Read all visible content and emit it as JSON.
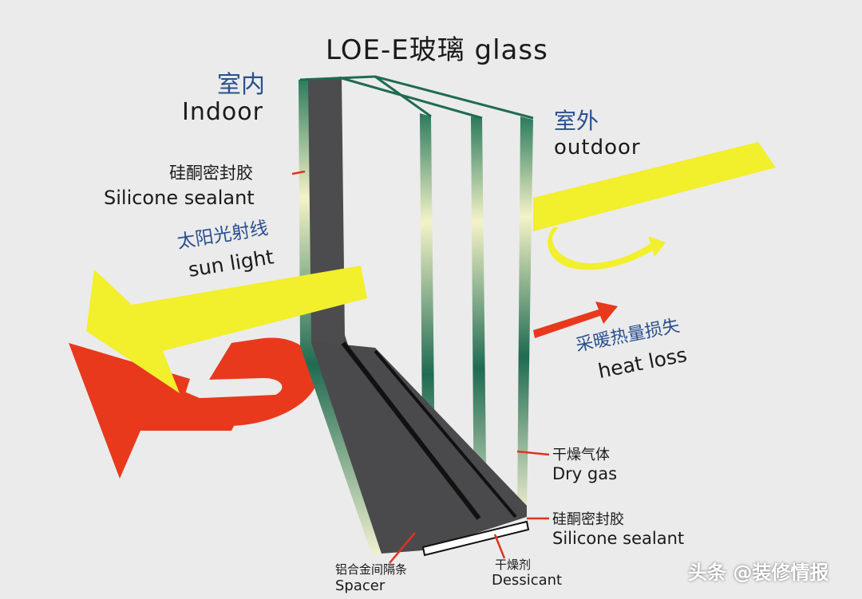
{
  "title": "LOE-E玻璃 glass",
  "indoor": {
    "cn": "室内",
    "en": "Indoor"
  },
  "outdoor": {
    "cn": "室外",
    "en": "outdoor"
  },
  "silicone_top": {
    "cn": "硅酮密封胶",
    "en": "Silicone sealant"
  },
  "sun_light": {
    "cn": "太阳光射线",
    "en": "sun light"
  },
  "heat_loss": {
    "cn": "采暖热量损失",
    "en": "heat loss"
  },
  "dry_gas": {
    "cn": "干燥气体",
    "en": "Dry gas"
  },
  "silicone_bottom": {
    "cn": "硅酮密封胶",
    "en": "Silicone sealant"
  },
  "spacer": {
    "cn": "铝合金间隔条",
    "en": "Spacer"
  },
  "dessicant": {
    "cn": "干燥剂",
    "en": "Dessicant"
  },
  "watermark": "头条 @装修情报",
  "colors": {
    "background": "#ebebeb",
    "sun_arrow": "#f2ef2c",
    "heat_arrow": "#e8391d",
    "glass_edge": "#1f6b52",
    "spacer_dark": "#4a4a4c",
    "pointer": "#e0341f",
    "label_blue": "#2a4f8f"
  }
}
